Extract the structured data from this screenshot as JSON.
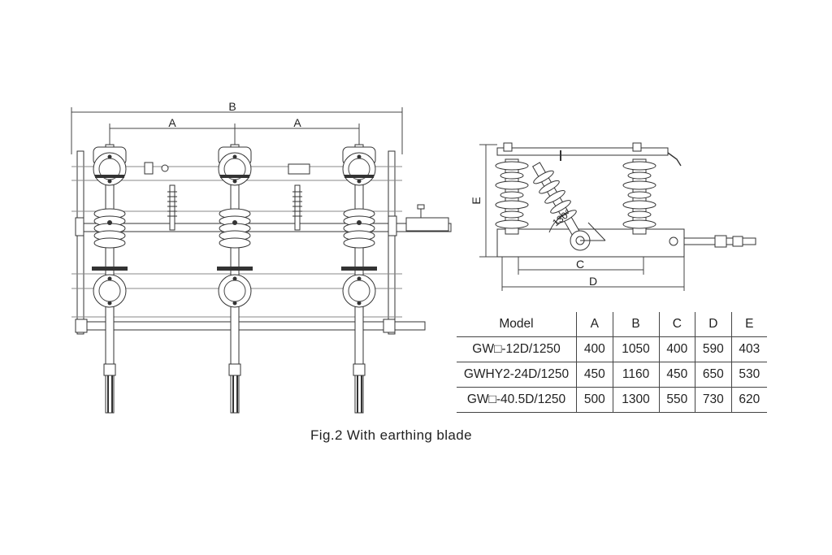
{
  "front_view": {
    "dim_b": "B",
    "dim_a_left": "A",
    "dim_a_right": "A"
  },
  "side_view": {
    "dim_e": "E",
    "dim_c": "C",
    "dim_d": "D",
    "angle": "130°"
  },
  "table": {
    "headers": [
      "Model",
      "A",
      "B",
      "C",
      "D",
      "E"
    ],
    "rows": [
      [
        "GW□-12D/1250",
        "400",
        "1050",
        "400",
        "590",
        "403"
      ],
      [
        "GWHY2-24D/1250",
        "450",
        "1160",
        "450",
        "650",
        "530"
      ],
      [
        "GW□-40.5D/1250",
        "500",
        "1300",
        "550",
        "730",
        "620"
      ]
    ]
  },
  "caption": "Fig.2 With earthing blade"
}
